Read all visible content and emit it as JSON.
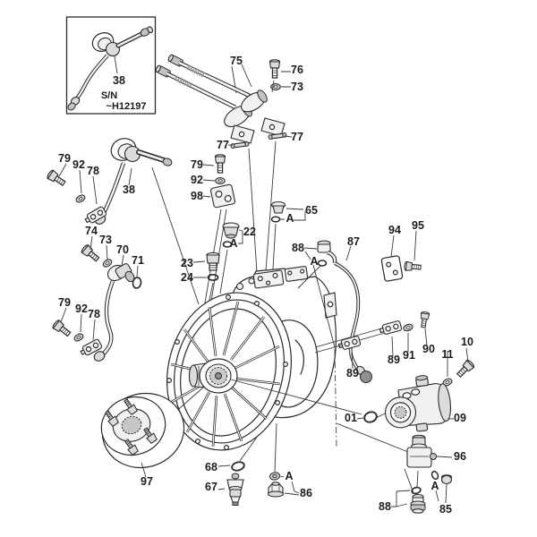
{
  "page": {
    "background": "#ffffff",
    "line_color": "#2b2b2b",
    "description": "Exploded parts diagram of flywheel housing / transmission assembly with hydraulic pump, hoses and fasteners"
  },
  "inset": {
    "part_label": "38",
    "serial_prefix": "S/N",
    "serial_number": "~H12197"
  },
  "labels": [
    {
      "text": "75"
    },
    {
      "text": "76"
    },
    {
      "text": "73"
    },
    {
      "text": "77"
    },
    {
      "text": "77"
    },
    {
      "text": "79"
    },
    {
      "text": "92"
    },
    {
      "text": "78"
    },
    {
      "text": "38"
    },
    {
      "text": "74"
    },
    {
      "text": "73"
    },
    {
      "text": "70"
    },
    {
      "text": "71"
    },
    {
      "text": "79"
    },
    {
      "text": "92"
    },
    {
      "text": "98"
    },
    {
      "text": "22"
    },
    {
      "text": "A"
    },
    {
      "text": "65"
    },
    {
      "text": "A"
    },
    {
      "text": "23"
    },
    {
      "text": "24"
    },
    {
      "text": "88"
    },
    {
      "text": "A"
    },
    {
      "text": "87"
    },
    {
      "text": "94"
    },
    {
      "text": "95"
    },
    {
      "text": "89"
    },
    {
      "text": "89"
    },
    {
      "text": "91"
    },
    {
      "text": "90"
    },
    {
      "text": "11"
    },
    {
      "text": "10"
    },
    {
      "text": "01"
    },
    {
      "text": "09"
    },
    {
      "text": "96"
    },
    {
      "text": "88"
    },
    {
      "text": "85"
    },
    {
      "text": "A"
    },
    {
      "text": "68"
    },
    {
      "text": "67"
    },
    {
      "text": "A"
    },
    {
      "text": "86"
    },
    {
      "text": "97"
    },
    {
      "text": "79"
    },
    {
      "text": "92"
    },
    {
      "text": "78"
    }
  ]
}
